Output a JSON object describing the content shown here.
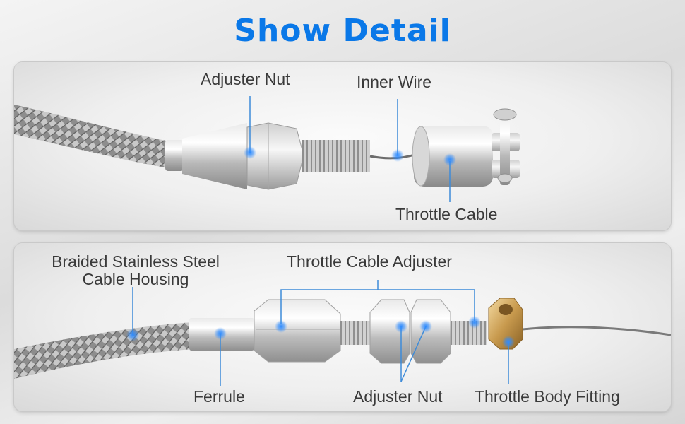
{
  "title": "Show Detail",
  "colors": {
    "accent": "#0a78e8",
    "callout": "#3d8bd9",
    "text": "#3a3a3a"
  },
  "top_panel": {
    "labels": {
      "adjuster_nut": "Adjuster Nut",
      "inner_wire": "Inner Wire",
      "throttle_cable": "Throttle Cable"
    }
  },
  "bottom_panel": {
    "labels": {
      "housing_line1": "Braided Stainless Steel",
      "housing_line2": "Cable Housing",
      "cable_adjuster": "Throttle Cable Adjuster",
      "ferrule": "Ferrule",
      "adjuster_nut": "Adjuster Nut",
      "throttle_body_fitting": "Throttle Body Fitting"
    }
  }
}
